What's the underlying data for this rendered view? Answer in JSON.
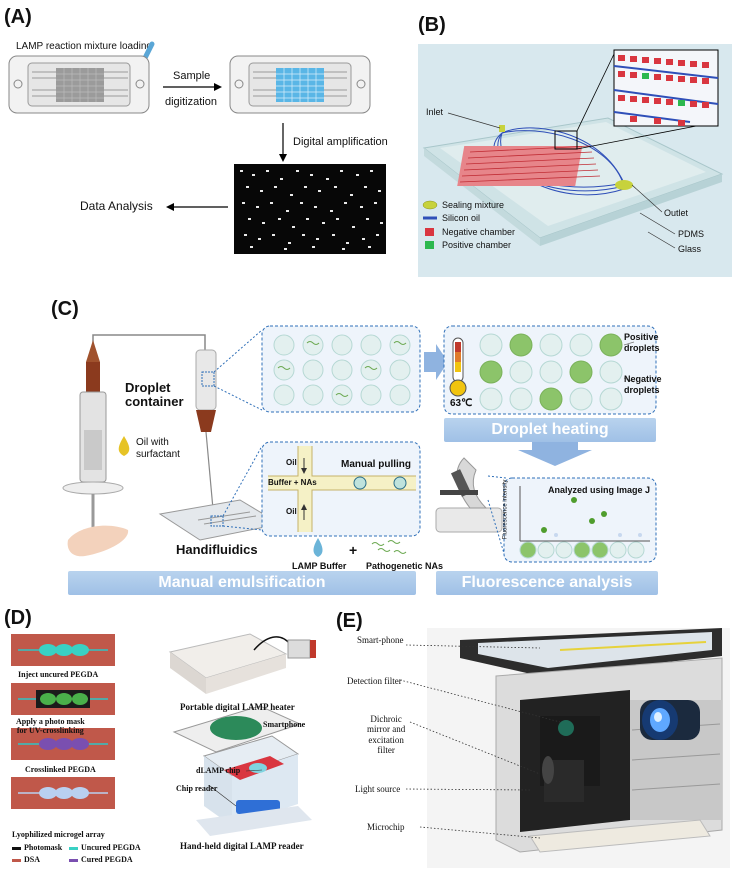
{
  "panels": {
    "a": "(A)",
    "b": "(B)",
    "c": "(C)",
    "d": "(D)",
    "e": "(E)"
  },
  "panel_a": {
    "loading": "LAMP reaction mixture loading",
    "sample": "Sample",
    "digitization": "digitization",
    "digital_amp": "Digital amplification",
    "data_analysis": "Data Analysis"
  },
  "panel_b": {
    "inlet": "Inlet",
    "outlet": "Outlet",
    "pdms": "PDMS",
    "glass": "Glass",
    "legend": [
      "Sealing mixture",
      "Silicon oil",
      "Negative chamber",
      "Positive chamber"
    ]
  },
  "panel_c": {
    "droplet_container": "Droplet\ncontainer",
    "oil_surfactant": "Oil with\nsurfactant",
    "handifluidics": "Handifluidics",
    "oil_top": "Oil",
    "oil_bottom": "Oil",
    "buffer_nas": "Buffer + NAs",
    "manual_pulling": "Manual pulling",
    "lamp_buffer": "LAMP Buffer",
    "plus": "+",
    "pathogenetic": "Pathogenetic NAs",
    "temp": "63℃",
    "positive": "Positive\ndroplets",
    "negative": "Negative\ndroplets",
    "droplet_heating": "Droplet heating",
    "analyzed": "Analyzed using Image J",
    "fluor_axis": "Fluorescence intensity",
    "manual_emulsification": "Manual emulsification",
    "fluorescence_analysis": "Fluorescence analysis"
  },
  "panel_d": {
    "steps": [
      "Inject uncured PEGDA",
      "Apply a photo mask\nfor UV-crosslinking",
      "Crosslinked PEGDA",
      "Lyophilized microgel array"
    ],
    "legend": [
      "Photomask",
      "Uncured PEGDA",
      "DSA",
      "Cured PEGDA"
    ],
    "heater": "Portable digital LAMP heater",
    "smartphone": "Smartphone",
    "dlamp_chip": "dLAMP chip",
    "chip_reader": "Chip reader",
    "reader": "Hand-held digital LAMP reader"
  },
  "panel_e": {
    "labels": [
      "Smart-phone",
      "Detection filter",
      "Dichroic\nmirror and\nexcitation\nfilter",
      "Light source",
      "Microchip"
    ]
  },
  "colors": {
    "banner": "#a9c8ea",
    "red_chamber": "#d9363e",
    "green_chamber": "#22b24c",
    "droplet_green": "#8cc46a",
    "pegda_red": "#c0584a"
  }
}
